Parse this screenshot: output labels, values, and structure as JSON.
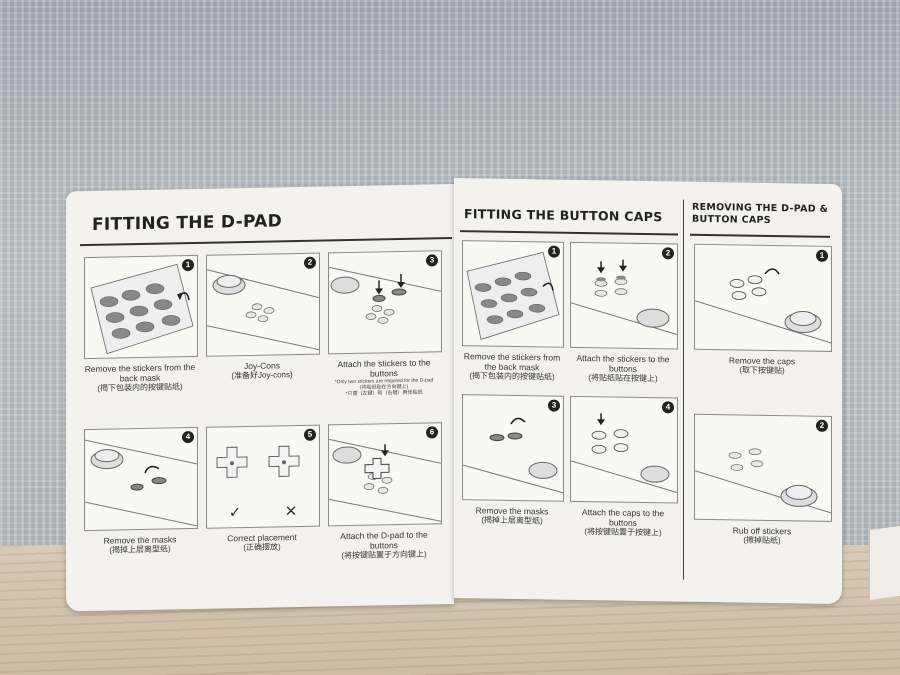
{
  "colors": {
    "paper": "#f3f2ee",
    "ink": "#222222",
    "wall": "#b9c0c6",
    "table": "#d1c1aa"
  },
  "left_page": {
    "title": "FITTING THE D-PAD",
    "steps": [
      {
        "num": "1",
        "en": "Remove the stickers from the back mask",
        "cn": "(揭下包装内的按键贴纸)"
      },
      {
        "num": "2",
        "en": "Joy-Cons",
        "cn": "(准备好Joy-cons)"
      },
      {
        "num": "3",
        "en": "Attach the stickers to the buttons",
        "note1": "*Only two stickers are required for the D-pad",
        "note2": "(将贴纸贴在方向键上)",
        "note3": "*只需（左键）和（右键）两张贴纸"
      },
      {
        "num": "4",
        "en": "Remove the masks",
        "cn": "(揭掉上层离型纸)"
      },
      {
        "num": "5",
        "en": "Correct placement",
        "cn": "(正确摆放)",
        "marks": [
          "✓",
          "✕"
        ]
      },
      {
        "num": "6",
        "en": "Attach the D-pad to the buttons",
        "cn": "(将按键贴置于方向键上)"
      }
    ]
  },
  "middle_page": {
    "title": "FITTING THE BUTTON CAPS",
    "steps": [
      {
        "num": "1",
        "en": "Remove the stickers from the back mask",
        "cn": "(揭下包装内的按键贴纸)"
      },
      {
        "num": "2",
        "en": "Attach the stickers to the buttons",
        "cn": "(将贴纸贴在按键上)"
      },
      {
        "num": "3",
        "en": "Remove the masks",
        "cn": "(揭掉上层离型纸)"
      },
      {
        "num": "4",
        "en": "Attach the caps to the buttons",
        "cn": "(将按键贴置于按键上)"
      }
    ]
  },
  "right_page": {
    "title": "REMOVING THE D-PAD & BUTTON CAPS",
    "steps": [
      {
        "num": "1",
        "en": "Remove the caps",
        "cn": "(取下按键贴)"
      },
      {
        "num": "2",
        "en": "Rub off stickers",
        "cn": "(擦掉贴纸)"
      }
    ]
  }
}
